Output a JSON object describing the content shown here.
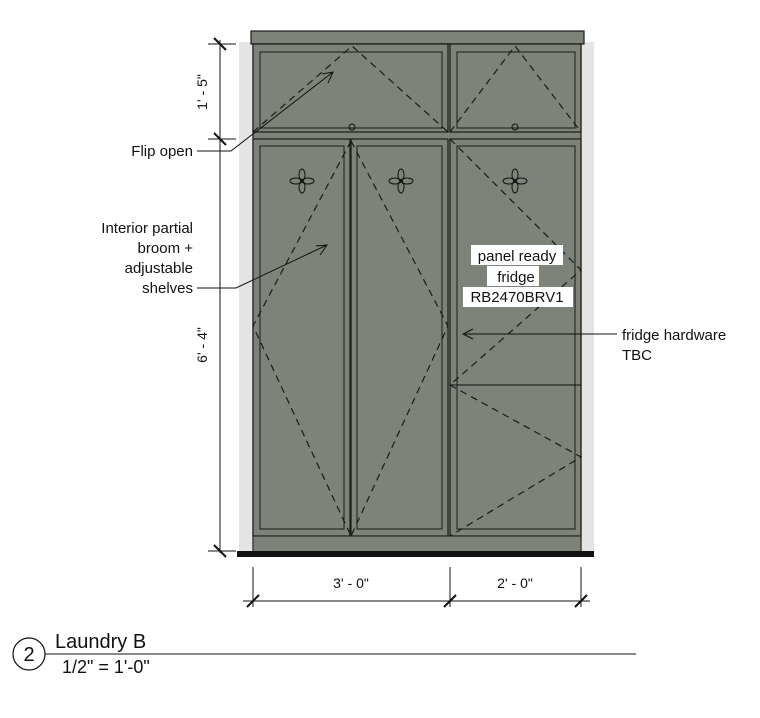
{
  "labels": {
    "flip_open": "Flip open",
    "interior_1": "Interior partial",
    "interior_2": "broom +",
    "interior_3": "adjustable",
    "interior_4": "shelves",
    "fridge_1": "panel ready",
    "fridge_2": "fridge",
    "fridge_3": "RB2470BRV1",
    "hardware_1": "fridge hardware",
    "hardware_2": "TBC"
  },
  "dimensions": {
    "upper_height": "1' - 5\"",
    "lower_height": "6' - 4\"",
    "left_width": "3' - 0\"",
    "right_width": "2' - 0\""
  },
  "view_title": {
    "number": "2",
    "name": "Laundry B",
    "scale": "1/2\" = 1'-0\""
  },
  "colors": {
    "cabinet": "#7d8378",
    "side_panel": "#e4e4e4",
    "plinth": "#111111"
  }
}
